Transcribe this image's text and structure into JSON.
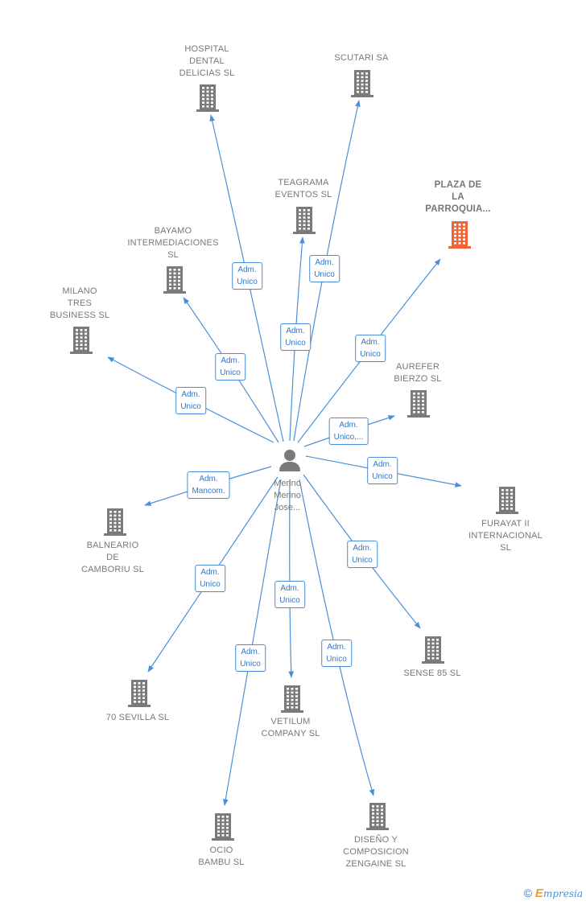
{
  "center": {
    "label": "Merino\nMerino\nJose...",
    "icon": "person-icon"
  },
  "nodes": [
    {
      "id": "hospital",
      "label": "HOSPITAL\nDENTAL\nDELICIAS  SL",
      "icon": "building-icon",
      "highlight": false
    },
    {
      "id": "scutari",
      "label": "SCUTARI SA",
      "icon": "building-icon",
      "highlight": false
    },
    {
      "id": "teagrama",
      "label": "TEAGRAMA\nEVENTOS  SL",
      "icon": "building-icon",
      "highlight": false
    },
    {
      "id": "plaza",
      "label": "PLAZA DE\nLA\nPARROQUIA...",
      "icon": "building-icon",
      "highlight": true
    },
    {
      "id": "bayamo",
      "label": "BAYAMO\nINTERMEDIACIONES\nSL",
      "icon": "building-icon",
      "highlight": false
    },
    {
      "id": "milano",
      "label": "MILANO\nTRES\nBUSINESS SL",
      "icon": "building-icon",
      "highlight": false
    },
    {
      "id": "aurefer",
      "label": "AUREFER\nBIERZO SL",
      "icon": "building-icon",
      "highlight": false
    },
    {
      "id": "furayat",
      "label": "FURAYAT II\nINTERNACIONAL SL",
      "icon": "building-icon",
      "highlight": false
    },
    {
      "id": "balneario",
      "label": "BALNEARIO\nDE\nCAMBORIU SL",
      "icon": "building-icon",
      "highlight": false
    },
    {
      "id": "sense",
      "label": "SENSE 85  SL",
      "icon": "building-icon",
      "highlight": false
    },
    {
      "id": "sevilla",
      "label": "70 SEVILLA  SL",
      "icon": "building-icon",
      "highlight": false
    },
    {
      "id": "vetilum",
      "label": "VETILUM\nCOMPANY SL",
      "icon": "building-icon",
      "highlight": false
    },
    {
      "id": "ocio",
      "label": "OCIO\nBAMBU SL",
      "icon": "building-icon",
      "highlight": false
    },
    {
      "id": "diseno",
      "label": "DISEÑO Y\nCOMPOSICION\nZENGAINE  SL",
      "icon": "building-icon",
      "highlight": false
    }
  ],
  "edges": [
    {
      "to": "hospital",
      "label": "Adm.\nUnico"
    },
    {
      "to": "scutari",
      "label": "Adm.\nUnico"
    },
    {
      "to": "teagrama",
      "label": "Adm.\nUnico"
    },
    {
      "to": "plaza",
      "label": "Adm.\nUnico"
    },
    {
      "to": "bayamo",
      "label": "Adm.\nUnico"
    },
    {
      "to": "milano",
      "label": "Adm.\nUnico"
    },
    {
      "to": "aurefer",
      "label": "Adm.\nUnico,..."
    },
    {
      "to": "furayat",
      "label": "Adm.\nUnico"
    },
    {
      "to": "balneario",
      "label": "Adm.\nMancom."
    },
    {
      "to": "sense",
      "label": "Adm.\nUnico"
    },
    {
      "to": "sevilla",
      "label": "Adm.\nUnico"
    },
    {
      "to": "vetilum",
      "label": "Adm.\nUnico"
    },
    {
      "to": "ocio",
      "label": "Adm.\nUnico"
    },
    {
      "to": "diseno",
      "label": "Adm.\nUnico"
    }
  ],
  "colors": {
    "edge": "#4a8fd8",
    "building": "#7a7a7a",
    "highlight": "#f0643a",
    "person": "#7a7a7a"
  },
  "footer": {
    "copyright": "©",
    "brand_initial": "E",
    "brand_rest": "mpresia"
  }
}
